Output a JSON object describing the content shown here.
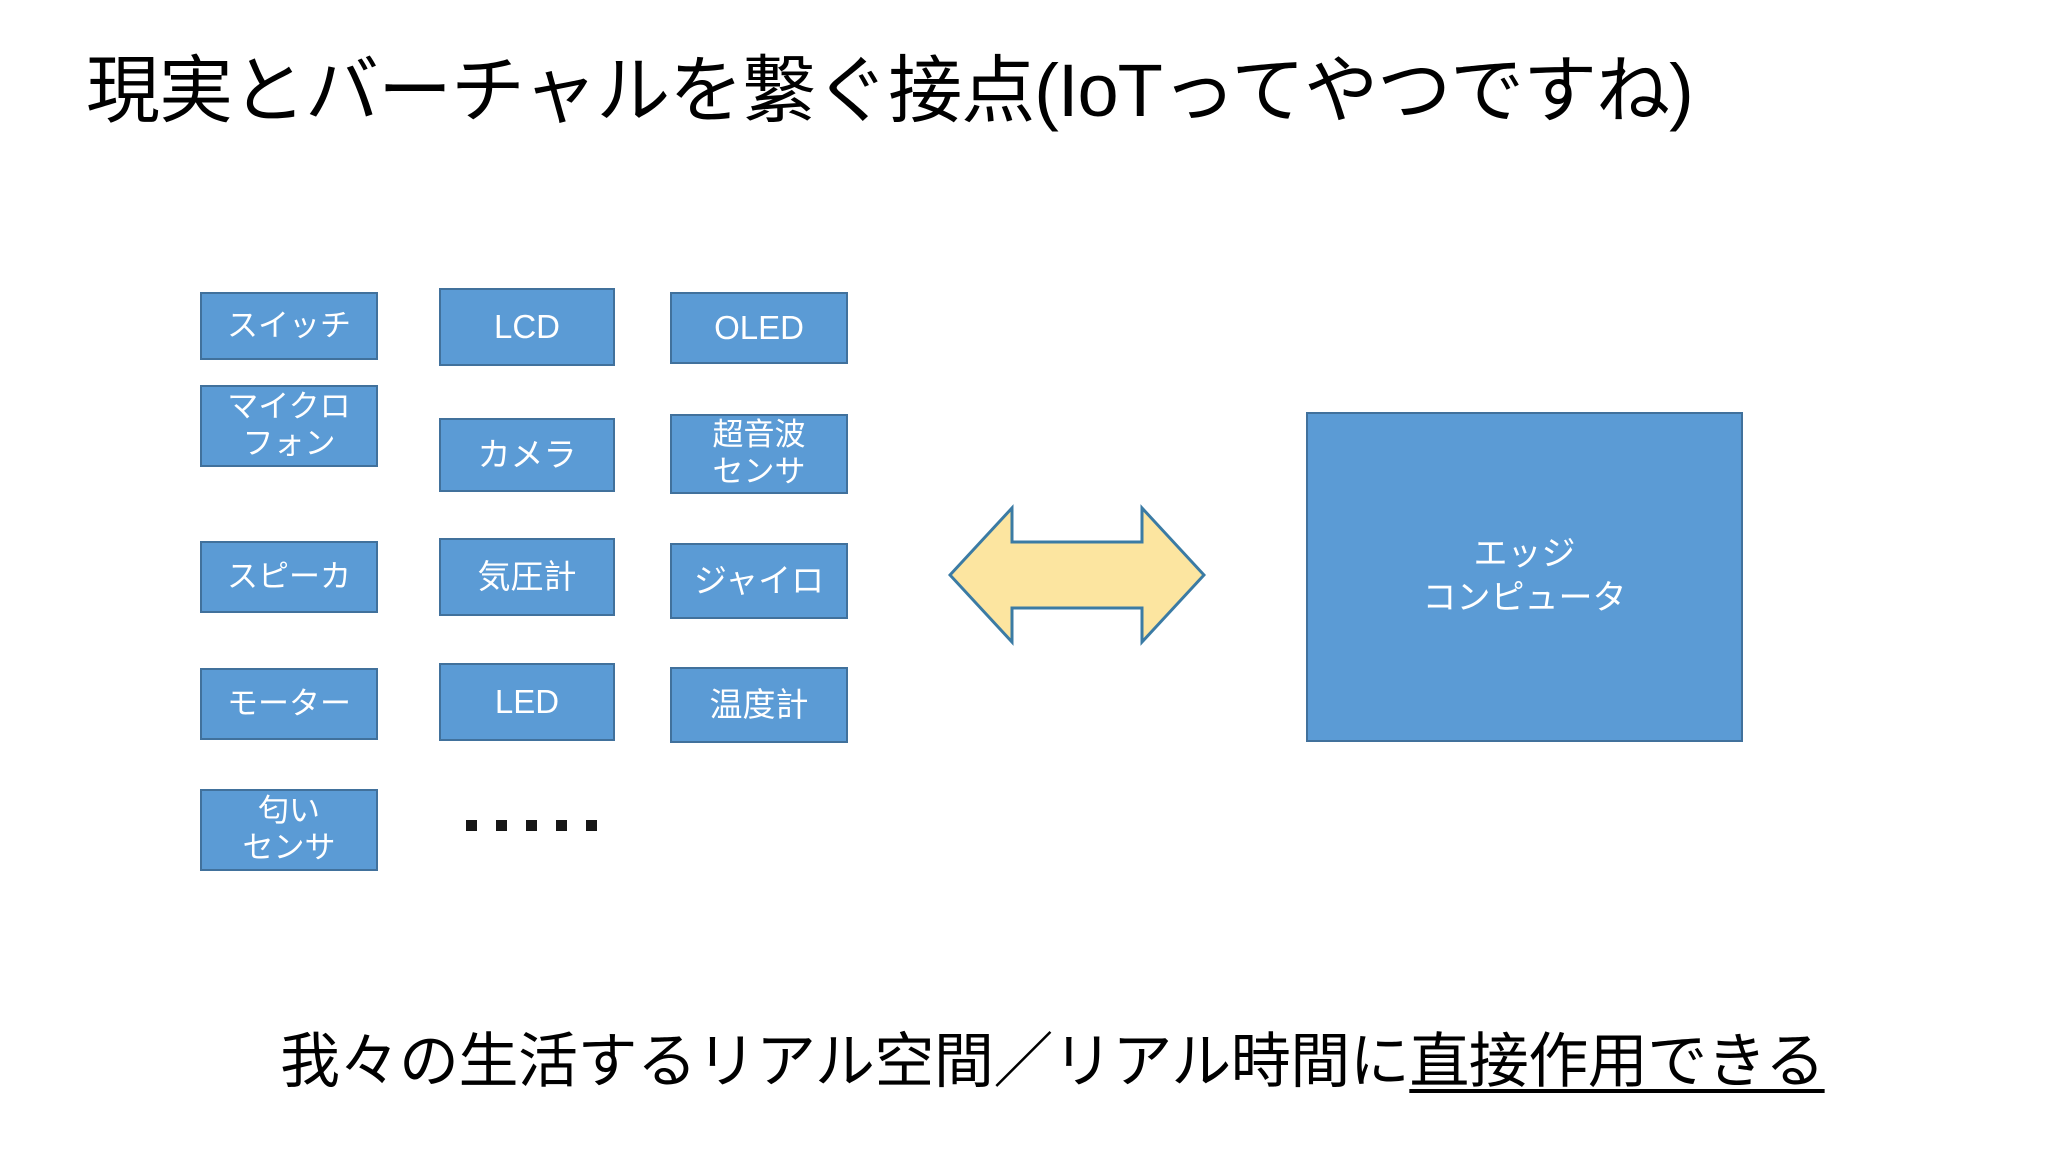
{
  "slide": {
    "title": "現実とバーチャルを繋ぐ接点(IoTってやつですね)",
    "background_color": "#FFFFFF"
  },
  "palette": {
    "box_fill": "#5B9BD5",
    "box_border": "#41719C",
    "box_text": "#FFFFFF",
    "arrow_fill": "#FCE5A0",
    "arrow_border": "#3B7BA4",
    "text": "#000000"
  },
  "device_columns": [
    {
      "name": "column-1",
      "items": [
        {
          "label": "スイッチ"
        },
        {
          "label": "マイクロ\nフォン"
        },
        {
          "label": "スピーカ"
        },
        {
          "label": "モーター"
        },
        {
          "label": "匂い\nセンサ"
        }
      ]
    },
    {
      "name": "column-2",
      "items": [
        {
          "label": "LCD"
        },
        {
          "label": "カメラ"
        },
        {
          "label": "気圧計"
        },
        {
          "label": "LED"
        }
      ]
    },
    {
      "name": "column-3",
      "items": [
        {
          "label": "OLED"
        },
        {
          "label": "超音波\nセンサ"
        },
        {
          "label": "ジャイロ"
        },
        {
          "label": "温度計"
        }
      ]
    }
  ],
  "ellipsis": {
    "icon": "ellipsis-dots-icon",
    "dot_count": 5
  },
  "arrow": {
    "icon": "double-headed-arrow-icon",
    "direction": "left-right"
  },
  "edge_computer": {
    "label": "エッジ\nコンピュータ"
  },
  "caption": {
    "lead_text": "我々の生活するリアル空間／リアル時間に",
    "emphasis_text": "直接作用できる"
  }
}
